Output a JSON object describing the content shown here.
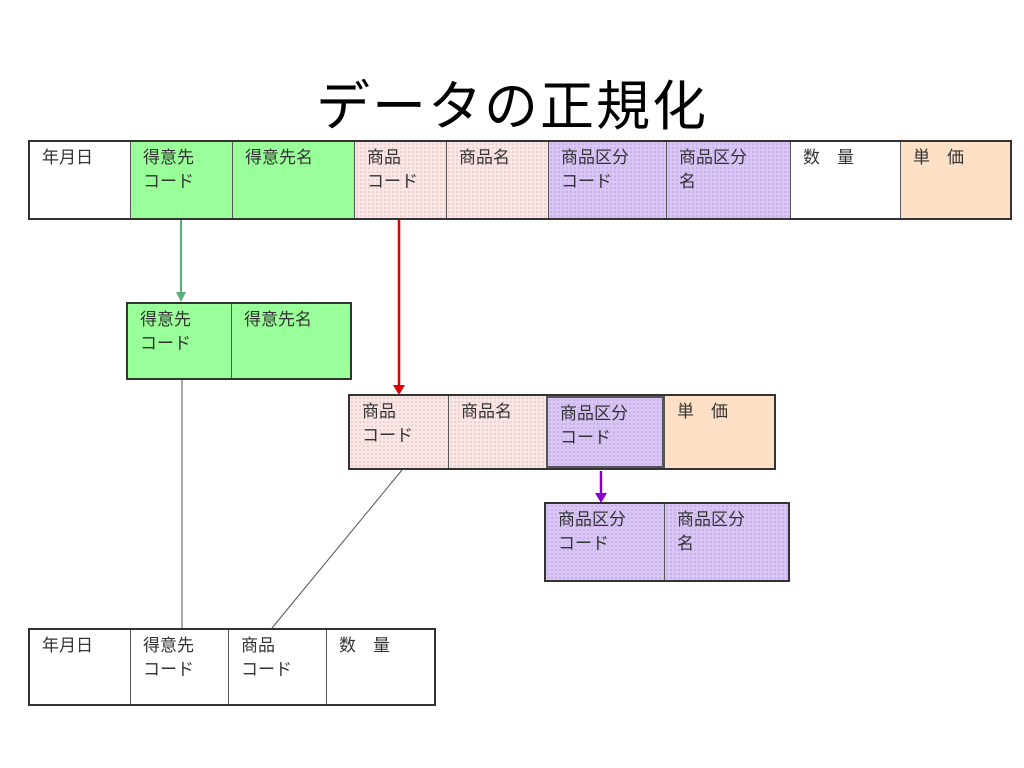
{
  "title": "データの正規化",
  "main_table": [
    [
      "年月日",
      ""
    ],
    [
      "得意先",
      "コード"
    ],
    [
      "得意先名",
      ""
    ],
    [
      "商品",
      "コード"
    ],
    [
      "商品名",
      ""
    ],
    [
      "商品区分",
      "コード"
    ],
    [
      "商品区分",
      "名"
    ],
    [
      "数　量",
      ""
    ],
    [
      "単　価",
      ""
    ]
  ],
  "customer_table": [
    [
      "得意先",
      "コード"
    ],
    [
      "得意先名",
      ""
    ]
  ],
  "product_table": [
    [
      "商品",
      "コード"
    ],
    [
      "商品名",
      ""
    ],
    [
      "商品区分",
      "コード"
    ],
    [
      "単　価",
      ""
    ]
  ],
  "category_table": [
    [
      "商品区分",
      "コード"
    ],
    [
      "商品区分",
      "名"
    ]
  ],
  "order_table": [
    [
      "年月日",
      ""
    ],
    [
      "得意先",
      "コード"
    ],
    [
      "商品",
      "コード"
    ],
    [
      "数　量",
      ""
    ]
  ],
  "colors": {
    "customer": "#99ff99",
    "product": "#fbe6e6",
    "category": "#d9c6f5",
    "price": "#fde0c5",
    "arrow_green": "#5fae7a",
    "arrow_red": "#dd0000",
    "arrow_purple": "#8800cc"
  }
}
